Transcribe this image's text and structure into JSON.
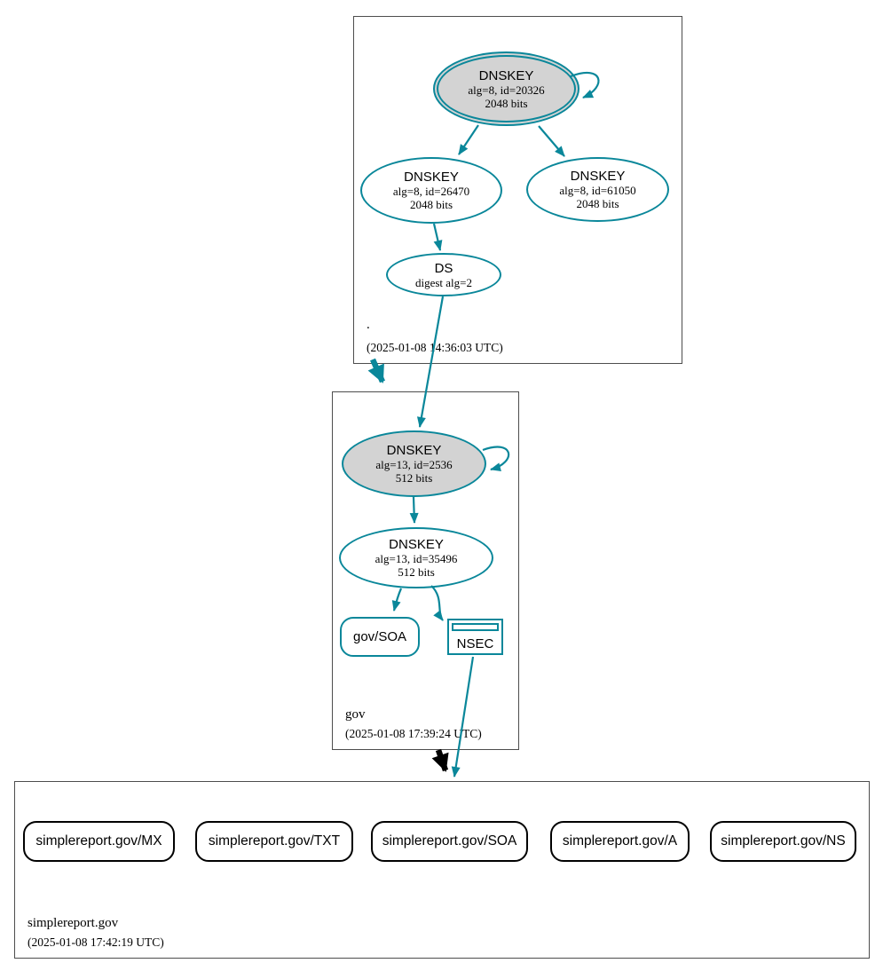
{
  "diagram": {
    "kind": "dnssec-authentication-chain",
    "colors": {
      "secure_teal": "#0a879a",
      "insecure_black": "#000000",
      "key_fill_gray": "#d3d3d3",
      "zone_box_border": "#4d4d4d"
    },
    "zones": {
      "root": {
        "name": ".",
        "timestamp": "(2025-01-08 14:36:03 UTC)",
        "ksk": {
          "title": "DNSKEY",
          "alg": "alg=8, id=20326",
          "bits": "2048 bits"
        },
        "zsk1": {
          "title": "DNSKEY",
          "alg": "alg=8, id=26470",
          "bits": "2048 bits"
        },
        "zsk2": {
          "title": "DNSKEY",
          "alg": "alg=8, id=61050",
          "bits": "2048 bits"
        },
        "ds": {
          "title": "DS",
          "digest": "digest alg=2"
        }
      },
      "gov": {
        "name": "gov",
        "timestamp": "(2025-01-08 17:39:24 UTC)",
        "ksk": {
          "title": "DNSKEY",
          "alg": "alg=13, id=2536",
          "bits": "512 bits"
        },
        "zsk": {
          "title": "DNSKEY",
          "alg": "alg=13, id=35496",
          "bits": "512 bits"
        },
        "soa": {
          "label": "gov/SOA"
        },
        "nsec": {
          "label": "NSEC"
        }
      },
      "simplereport": {
        "name": "simplereport.gov",
        "timestamp": "(2025-01-08 17:42:19 UTC)",
        "rrsets": [
          {
            "label": "simplereport.gov/MX"
          },
          {
            "label": "simplereport.gov/TXT"
          },
          {
            "label": "simplereport.gov/SOA"
          },
          {
            "label": "simplereport.gov/A"
          },
          {
            "label": "simplereport.gov/NS"
          }
        ]
      }
    }
  }
}
